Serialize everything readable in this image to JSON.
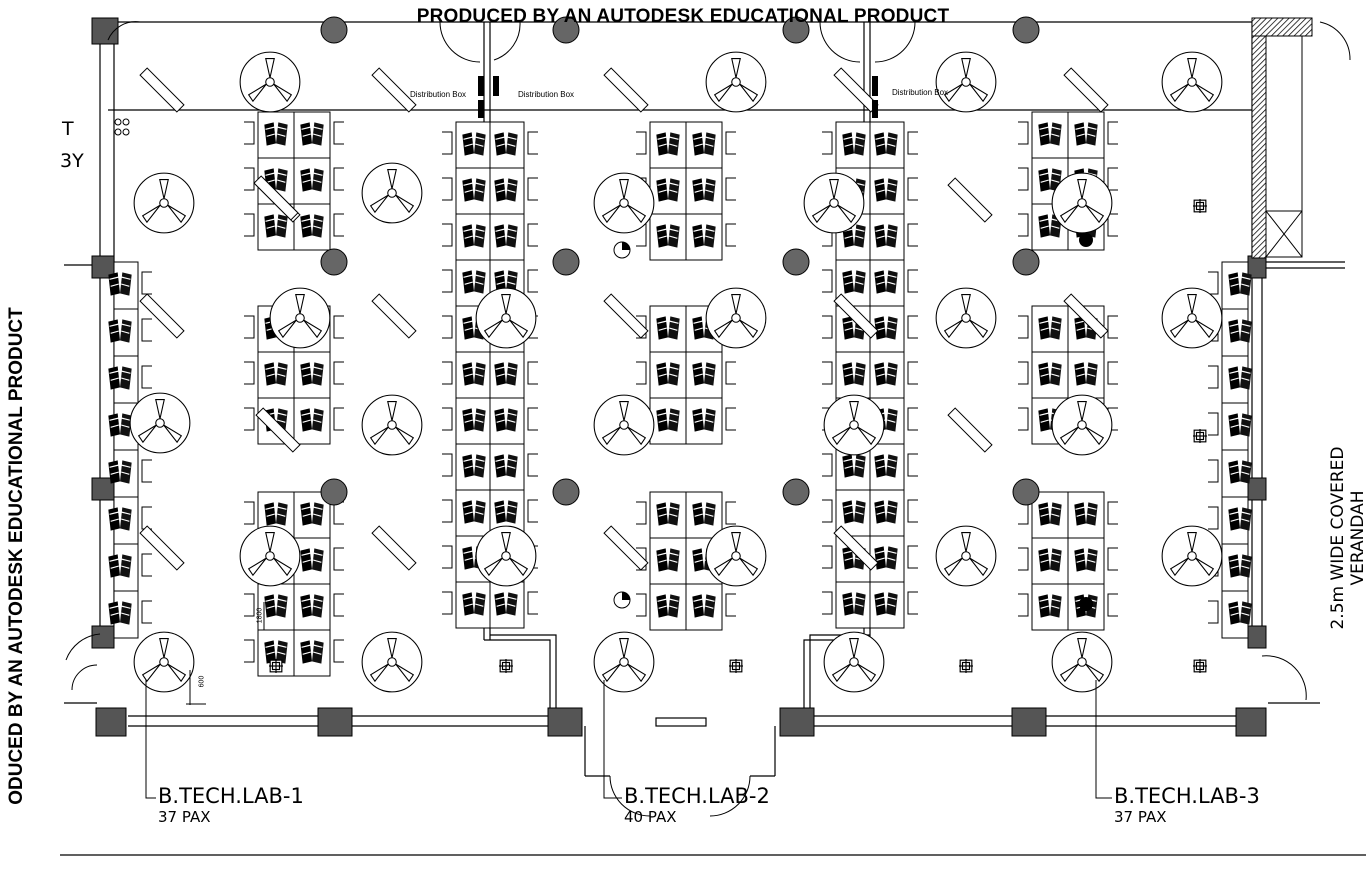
{
  "stamps": {
    "top": "PRODUCED BY AN AUTODESK EDUCATIONAL PRODUCT",
    "left": "ODUCED BY AN AUTODESK EDUCATIONAL PRODUCT"
  },
  "edge_fragments": {
    "top": "T",
    "bottom": "3Y"
  },
  "distribution_boxes": [
    "Distribution Box",
    "Distribution Box",
    "Distribution Box"
  ],
  "verandah_label": "2.5m WIDE COVERED VERANDAH",
  "dimensions": {
    "d1": "600",
    "d2": "1800"
  },
  "labs": [
    {
      "name": "B.TECH.LAB-1",
      "pax": "37 PAX"
    },
    {
      "name": "B.TECH.LAB-2",
      "pax": "40 PAX"
    },
    {
      "name": "B.TECH.LAB-3",
      "pax": "37 PAX"
    }
  ],
  "colors": {
    "line": "#000000",
    "column_fill": "#555555",
    "background": "#ffffff"
  },
  "icons": [
    "ceiling-fan-icon",
    "light-fixture-icon",
    "workstation-chair-icon",
    "column-icon",
    "door-swing-icon",
    "switch-icon"
  ]
}
